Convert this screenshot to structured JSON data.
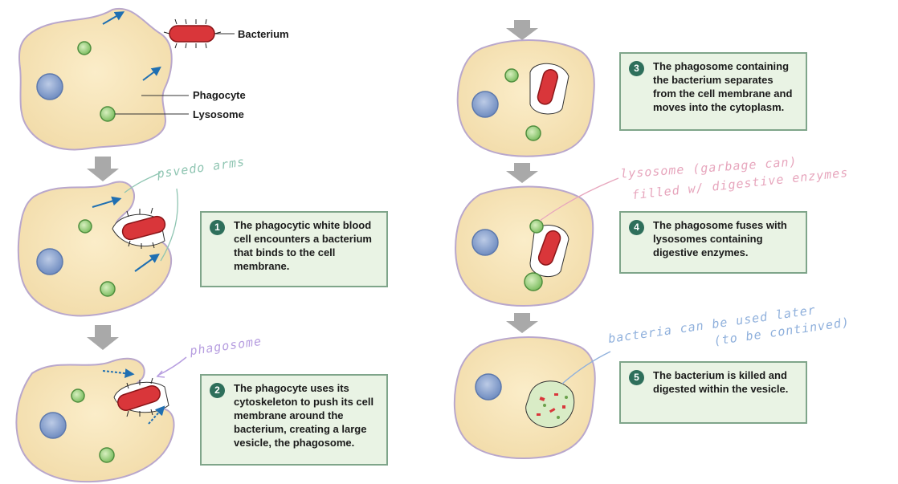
{
  "labels": {
    "bacterium": "Bacterium",
    "phagocyte": "Phagocyte",
    "lysosome": "Lysosome"
  },
  "steps": [
    {
      "number": "1",
      "text": "The phagocytic white blood cell encounters a bacterium that binds to the cell membrane."
    },
    {
      "number": "2",
      "text": "The phagocyte uses its cytoskeleton to push its cell membrane around the bacterium, creating a large vesicle, the phagosome."
    },
    {
      "number": "3",
      "text": "The phagosome containing the bacterium separates from the cell membrane and moves into the cytoplasm."
    },
    {
      "number": "4",
      "text": "The phagosome fuses with lysosomes containing digestive enzymes."
    },
    {
      "number": "5",
      "text": "The bacterium is killed and digested within the vesicle."
    }
  ],
  "annotations": {
    "pseudo_arms": "psvedo arms",
    "phagosome": "phagosome",
    "lysosome_line1": "lysosome (garbage can)",
    "lysosome_line2": "filled w/ digestive enzymes",
    "bacteria_line1": "bacteria can be used later",
    "bacteria_line2": "(to be continved)"
  },
  "colors": {
    "cell_fill": "#f7e4b6",
    "cell_stroke": "#b9a7cc",
    "nucleus": "#8ea6cf",
    "lysosome_fill": "#a8d48a",
    "bacterium": "#d9363a",
    "arrow_blue": "#1f6fb2",
    "step_bg": "#e9f3e4",
    "step_border": "#7fa58a",
    "step_num": "#2e6f5b",
    "flow_arrow": "#a9a9a9"
  }
}
